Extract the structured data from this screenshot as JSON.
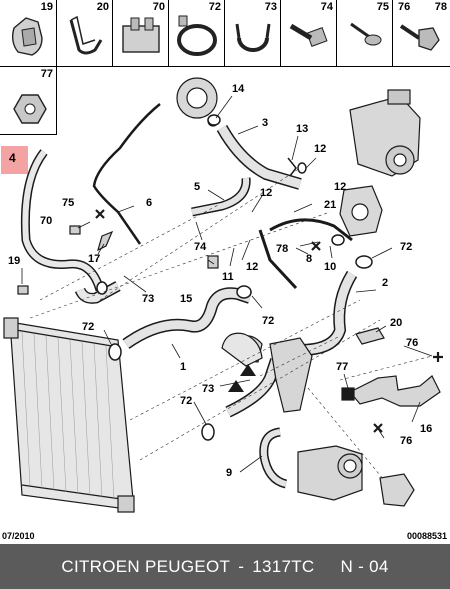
{
  "thumbnails": [
    {
      "num": "19",
      "icon": "clip-icon"
    },
    {
      "num": "20",
      "icon": "bracket-clip-icon"
    },
    {
      "num": "70",
      "icon": "holder-clip-icon"
    },
    {
      "num": "72",
      "icon": "hose-clamp-icon"
    },
    {
      "num": "73",
      "icon": "spring-clamp-icon"
    },
    {
      "num": "74",
      "icon": "bolt-icon"
    },
    {
      "num": "75",
      "icon": "screw-icon"
    },
    {
      "num": "76",
      "icon": "flange-bolt-icon"
    },
    {
      "num": "78",
      "icon": "flange-nut-icon"
    },
    {
      "num": "77",
      "icon": "nut-icon"
    }
  ],
  "callouts": {
    "c4": "4",
    "c14": "14",
    "c3": "3",
    "c13": "13",
    "c12a": "12",
    "c12b": "12",
    "c12c": "12",
    "c12d": "12",
    "c5": "5",
    "c75": "75",
    "c6": "6",
    "c70": "70",
    "c17": "17",
    "c19": "19",
    "c73a": "73",
    "c74": "74",
    "c15": "15",
    "c11": "11",
    "c21": "21",
    "c78": "78",
    "c8": "8",
    "c10": "10",
    "c72a": "72",
    "c2": "2",
    "c72b": "72",
    "c72c": "72",
    "c1": "1",
    "c20": "20",
    "c76a": "76",
    "c77": "77",
    "c73b": "73",
    "c72d": "72",
    "c16": "16",
    "c76b": "76",
    "c9": "9"
  },
  "date": "07/2010",
  "reference": "00088531",
  "footer": {
    "brand": "CITROEN PEUGEOT",
    "separator": "-",
    "part_number": "1317TC",
    "page": "N - 04"
  },
  "colors": {
    "highlight": "#f3a3a3",
    "footer_bg": "#5b5b5b",
    "part_fill": "#d9d9d9",
    "outline": "#1a1a1a"
  }
}
